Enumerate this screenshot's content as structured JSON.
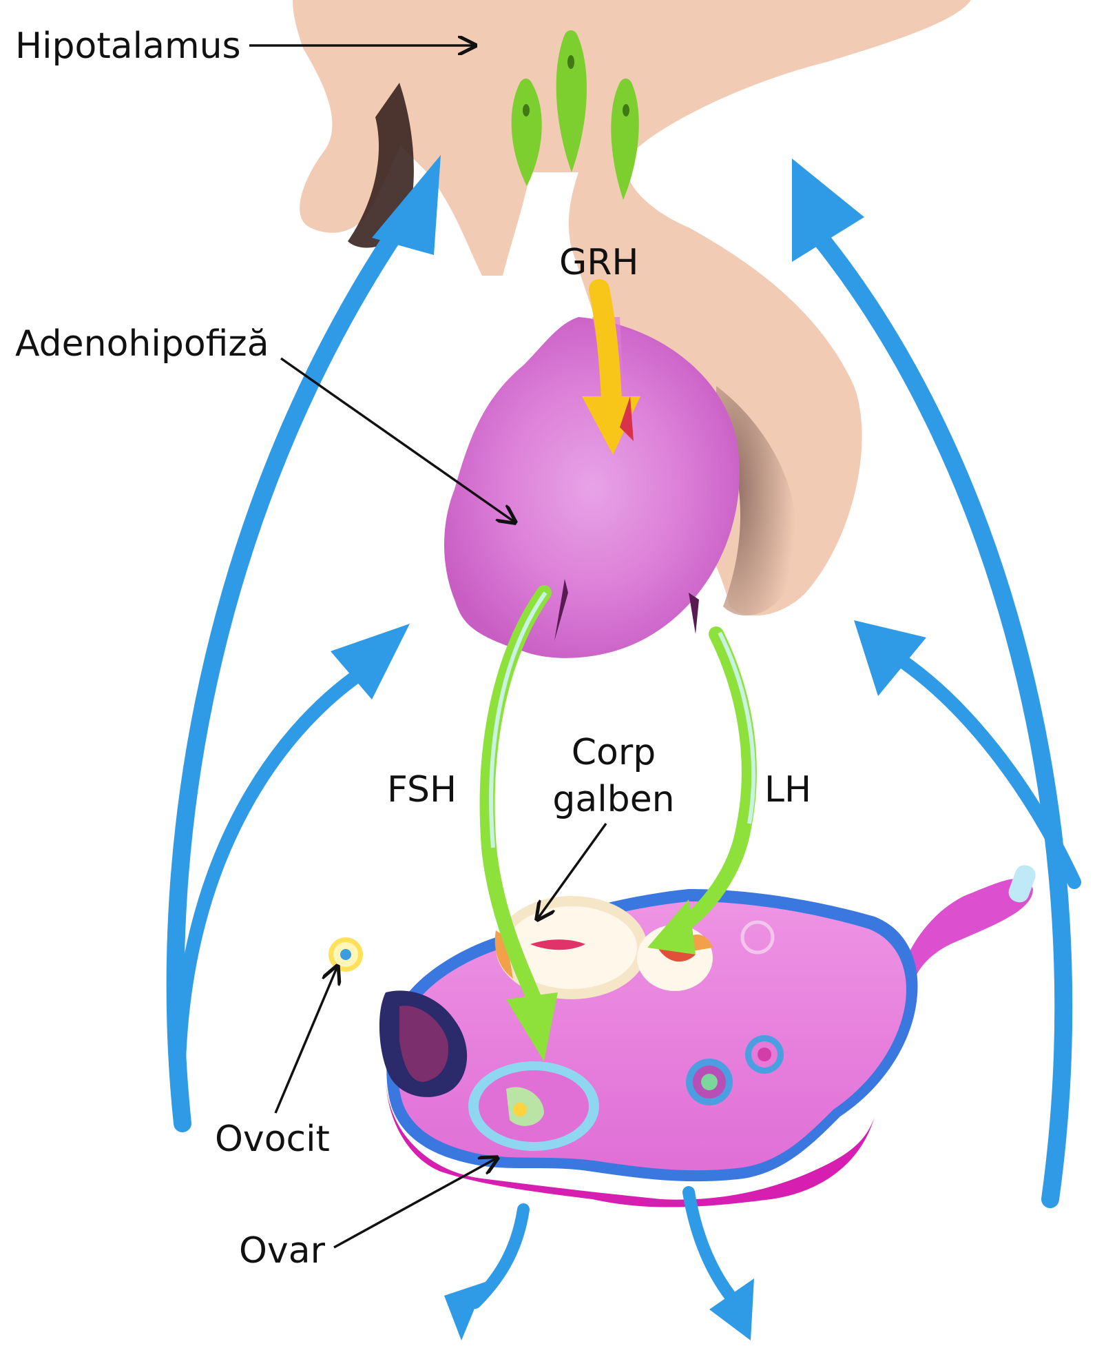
{
  "labels": {
    "hypothalamus": "Hipotalamus",
    "grh": "GRH",
    "adenohypophysis": "Adenohipofiză",
    "fsh": "FSH",
    "lh": "LH",
    "corpus_luteum_line1": "Corp",
    "corpus_luteum_line2": "galben",
    "oocyte": "Ovocit",
    "ovary": "Ovar"
  },
  "colors": {
    "hypothalamus_tissue": "#f2cbb4",
    "pituitary": "#e07ad8",
    "ovary": "#e879dc",
    "ovary_rim": "#d61fb0",
    "feedback_arrows": "#2f9be6",
    "hormone_arrows": "#8ee03a",
    "grh_arrow": "#f7c619",
    "hormone_droplets": "#7ccf2e"
  },
  "icons": {
    "pointer": "arrow-icon",
    "droplet": "droplet-icon"
  }
}
